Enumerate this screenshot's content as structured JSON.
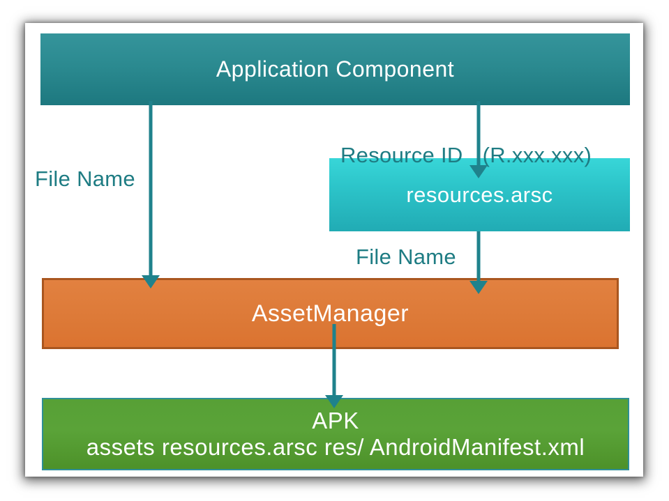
{
  "diagram": {
    "description": "Android resource loading architecture diagram"
  },
  "boxes": {
    "application_component": {
      "label": "Application Component",
      "fill_top": "#35949b",
      "fill_bottom": "#1d787f"
    },
    "resources_arsc": {
      "label": "resources.arsc",
      "fill_top": "#38d6d8",
      "fill_bottom": "#21abb4"
    },
    "asset_manager": {
      "label": "AssetManager",
      "fill_top": "#e28140",
      "fill_bottom": "#db7330",
      "border_color": "#a9561f"
    },
    "apk": {
      "label_line1": "APK",
      "label_line2": "assets resources.arsc res/ AndroidManifest.xml",
      "fill_top": "#57a036",
      "fill_bottom": "#4d9129",
      "border_color": "#2f8f96"
    }
  },
  "edge_labels": {
    "resource_id_part1": "Resource ID",
    "resource_id_part2": "(R.xxx.xxx)",
    "file_name_left": "File Name",
    "file_name_right": "File Name"
  },
  "arrows": {
    "color": "#1f828c",
    "items": [
      "application-component-to-assetmanager (File Name)",
      "application-component-to-resources-arsc (Resource ID)",
      "resources-arsc-to-assetmanager (File Name)",
      "assetmanager-to-apk"
    ]
  },
  "colors": {
    "label_text": "#1e7c83",
    "slide_background": "#ffffff",
    "page_background": "#ffffff"
  }
}
